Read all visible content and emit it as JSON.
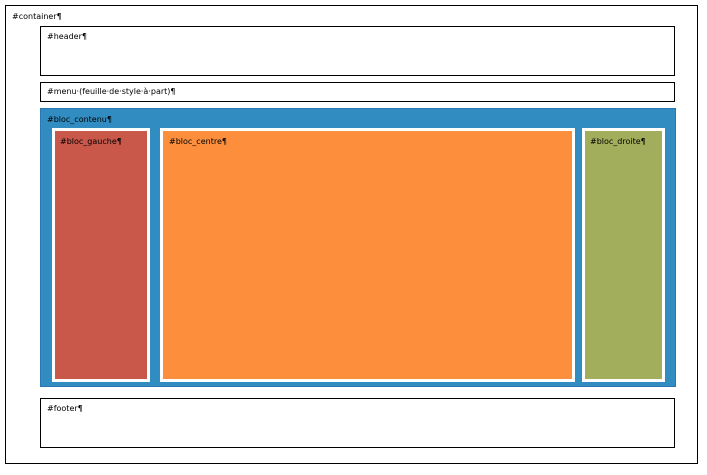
{
  "diagram": {
    "container_label": "#container¶",
    "header_label": "#header¶",
    "menu_label": "#menu·(feuille·de·style·à·part)¶",
    "contenu_label": "#bloc_contenu¶",
    "gauche_label": "#bloc_gauche¶",
    "centre_label": "#bloc_centre¶",
    "droite_label": "#bloc_droite¶",
    "footer_label": "#footer¶"
  },
  "colors": {
    "bloc_contenu": "#318dc1",
    "bloc_gauche": "#c9574a",
    "bloc_centre": "#fd8f3c",
    "bloc_droite": "#a3ae5c",
    "border": "#000000"
  }
}
